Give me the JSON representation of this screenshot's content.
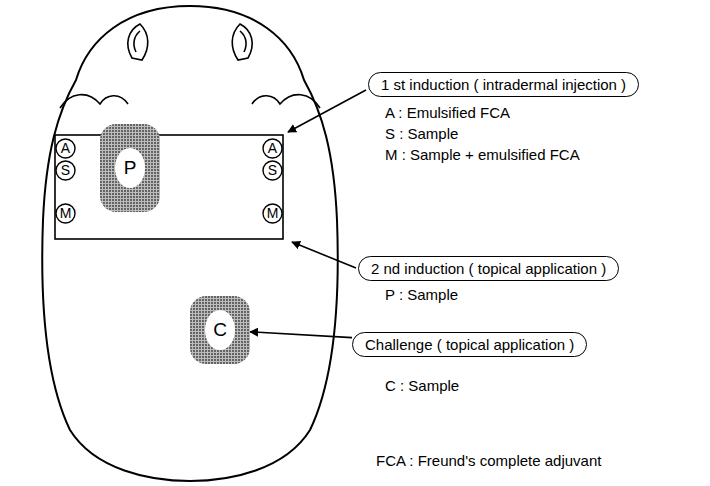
{
  "diagram": {
    "nodes": [
      {
        "text": [
          "1 st induction ( intradermal injection )"
        ]
      },
      {
        "text": [
          "A"
        ]
      },
      {
        "text": [
          "A"
        ]
      },
      {
        "text": [
          "S"
        ]
      },
      {
        "text": [
          "S"
        ]
      },
      {
        "text": [
          "P"
        ]
      },
      {
        "text": [
          "M"
        ]
      },
      {
        "text": [
          "M"
        ]
      },
      {
        "text": [
          "2 nd induction ( topical application )"
        ]
      },
      {
        "text": [
          "C"
        ]
      },
      {
        "text": [
          "Challenge ( topical application )"
        ]
      }
    ],
    "edges": [
      {
        "from": 10,
        "to": 9,
        "arrow": "to"
      }
    ],
    "labels": [
      "A : Emulsified FCA",
      "S : Sample",
      "M : Sample + emulsified FCA",
      "P : Sample",
      "C : Sample",
      "FCA : Freund's complete adjuvant"
    ]
  }
}
